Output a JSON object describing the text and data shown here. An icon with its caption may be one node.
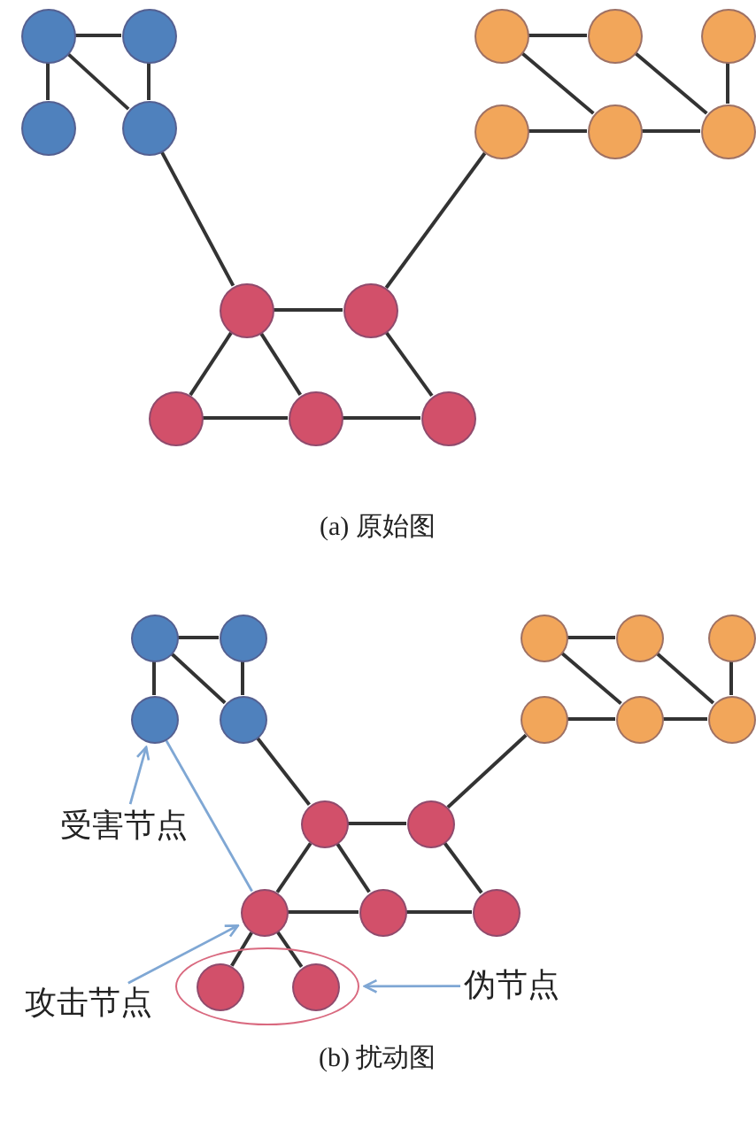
{
  "diagram": {
    "nodes": [
      {
        "text": [],
        "shape": "circle"
      },
      {
        "text": [],
        "shape": "circle"
      },
      {
        "text": [],
        "shape": "circle"
      },
      {
        "text": [],
        "shape": "circle"
      },
      {
        "text": [],
        "shape": "circle"
      },
      {
        "text": [],
        "shape": "circle"
      },
      {
        "text": [],
        "shape": "circle"
      },
      {
        "text": [],
        "shape": "circle"
      },
      {
        "text": [],
        "shape": "circle"
      },
      {
        "text": [],
        "shape": "circle"
      },
      {
        "text": [],
        "shape": "circle"
      },
      {
        "text": [],
        "shape": "circle"
      },
      {
        "text": [],
        "shape": "circle"
      },
      {
        "text": [],
        "shape": "circle"
      },
      {
        "text": [],
        "shape": "circle"
      },
      {
        "text": [],
        "shape": "circle"
      },
      {
        "text": [],
        "shape": "circle"
      },
      {
        "text": [],
        "shape": "circle"
      },
      {
        "text": [],
        "shape": "circle"
      },
      {
        "text": [],
        "shape": "circle"
      },
      {
        "text": [],
        "shape": "circle"
      },
      {
        "text": [],
        "shape": "circle"
      },
      {
        "text": [],
        "shape": "circle"
      },
      {
        "text": [],
        "shape": "circle"
      },
      {
        "text": [],
        "shape": "circle"
      },
      {
        "text": [],
        "shape": "circle"
      },
      {
        "text": [],
        "shape": "circle"
      },
      {
        "text": [],
        "shape": "circle"
      },
      {
        "text": [],
        "shape": "circle"
      },
      {
        "text": [],
        "shape": "circle"
      },
      {
        "text": [],
        "shape": "ellipse"
      },
      {
        "text": [],
        "shape": "circle",
        "in": 30
      },
      {
        "text": [],
        "shape": "circle",
        "in": 30
      },
      {
        "text": [
          "受害节点"
        ]
      },
      {
        "text": [
          "攻击节点"
        ]
      },
      {
        "text": [
          "伪节点"
        ]
      }
    ],
    "edges": [
      {
        "from": 0,
        "to": 1,
        "arrow": "none"
      },
      {
        "from": 0,
        "to": 2,
        "arrow": "none"
      },
      {
        "from": 0,
        "to": 3,
        "arrow": "none"
      },
      {
        "from": 1,
        "to": 3,
        "arrow": "none"
      },
      {
        "from": 3,
        "to": 10,
        "arrow": "none"
      },
      {
        "from": 4,
        "to": 5,
        "arrow": "none"
      },
      {
        "from": 4,
        "to": 8,
        "arrow": "none"
      },
      {
        "from": 5,
        "to": 9,
        "arrow": "none"
      },
      {
        "from": 6,
        "to": 9,
        "arrow": "none"
      },
      {
        "from": 7,
        "to": 8,
        "arrow": "none"
      },
      {
        "from": 8,
        "to": 9,
        "arrow": "none"
      },
      {
        "from": 7,
        "to": 11,
        "arrow": "none"
      },
      {
        "from": 10,
        "to": 11,
        "arrow": "none"
      },
      {
        "from": 10,
        "to": 12,
        "arrow": "none"
      },
      {
        "from": 10,
        "to": 13,
        "arrow": "none"
      },
      {
        "from": 11,
        "to": 14,
        "arrow": "none"
      },
      {
        "from": 12,
        "to": 13,
        "arrow": "none"
      },
      {
        "from": 13,
        "to": 14,
        "arrow": "none"
      },
      {
        "from": 15,
        "to": 16,
        "arrow": "none"
      },
      {
        "from": 15,
        "to": 17,
        "arrow": "none"
      },
      {
        "from": 15,
        "to": 18,
        "arrow": "none"
      },
      {
        "from": 16,
        "to": 18,
        "arrow": "none"
      },
      {
        "from": 18,
        "to": 25,
        "arrow": "none"
      },
      {
        "from": 19,
        "to": 20,
        "arrow": "none"
      },
      {
        "from": 19,
        "to": 23,
        "arrow": "none"
      },
      {
        "from": 20,
        "to": 24,
        "arrow": "none"
      },
      {
        "from": 21,
        "to": 24,
        "arrow": "none"
      },
      {
        "from": 22,
        "to": 23,
        "arrow": "none"
      },
      {
        "from": 23,
        "to": 24,
        "arrow": "none"
      },
      {
        "from": 22,
        "to": 26,
        "arrow": "none"
      },
      {
        "from": 25,
        "to": 26,
        "arrow": "none"
      },
      {
        "from": 25,
        "to": 27,
        "arrow": "none"
      },
      {
        "from": 25,
        "to": 28,
        "arrow": "none"
      },
      {
        "from": 26,
        "to": 29,
        "arrow": "none"
      },
      {
        "from": 27,
        "to": 28,
        "arrow": "none"
      },
      {
        "from": 28,
        "to": 29,
        "arrow": "none"
      },
      {
        "from": 27,
        "to": 31,
        "arrow": "none"
      },
      {
        "from": 27,
        "to": 32,
        "arrow": "none"
      },
      {
        "from": 17,
        "to": 27,
        "arrow": "none",
        "color": "#7fa7d4"
      },
      {
        "from": 33,
        "to": 17,
        "arrow": "to",
        "color": "#7fa7d4"
      },
      {
        "from": 34,
        "to": 27,
        "arrow": "to",
        "color": "#7fa7d4"
      },
      {
        "from": 35,
        "to": 30,
        "arrow": "to",
        "color": "#7fa7d4"
      }
    ],
    "labels": [
      "(a) 原始图",
      "(b) 扰动图"
    ]
  }
}
